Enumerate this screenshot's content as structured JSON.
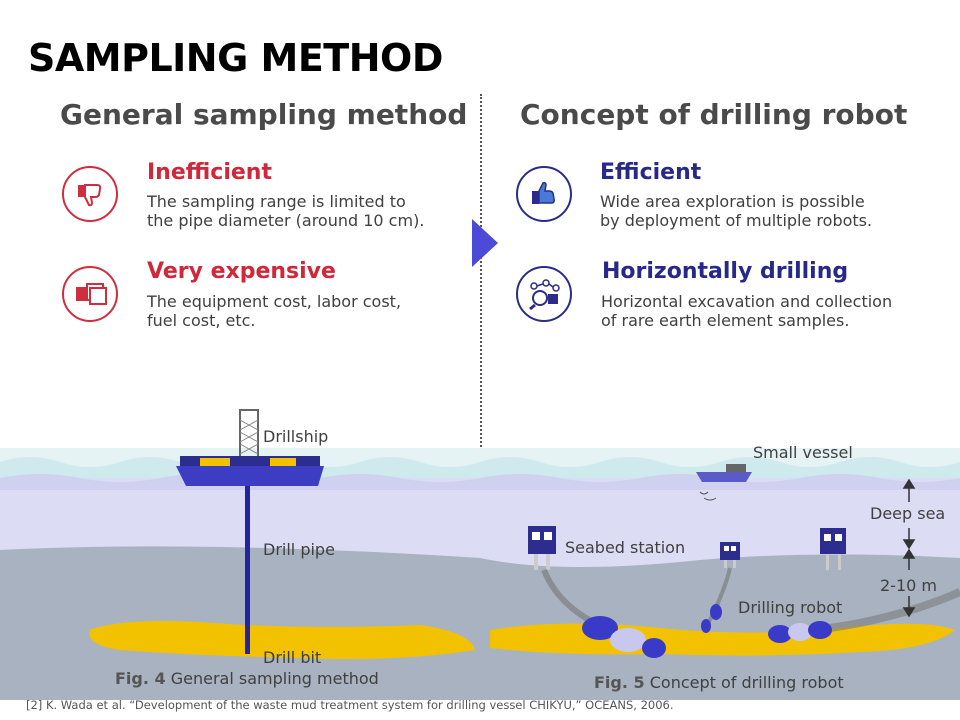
{
  "title": "SAMPLING METHOD",
  "left": {
    "title": "General sampling method",
    "items": [
      {
        "icon": "thumbs-down-icon",
        "heading": "Inefficient",
        "lines": [
          "The sampling  range is limited to",
          "the pipe diameter (around 10 cm)."
        ]
      },
      {
        "icon": "money-icon",
        "heading": "Very expensive",
        "lines": [
          "The equipment cost, labor cost,",
          "fuel cost, etc."
        ]
      }
    ],
    "figure": {
      "labels": {
        "drillship": "Drillship",
        "drill_pipe": "Drill pipe",
        "drill_bit": "Drill bit"
      },
      "caption_num": "Fig. 4",
      "caption_text": "General sampling method"
    }
  },
  "right": {
    "title": "Concept of drilling robot",
    "items": [
      {
        "icon": "thumbs-up-icon",
        "heading": "Efficient",
        "lines": [
          "Wide area exploration is possible",
          "by deployment of multiple robots."
        ]
      },
      {
        "icon": "search-network-icon",
        "heading": "Horizontally drilling",
        "lines": [
          "Horizontal excavation and collection",
          "of rare earth element samples."
        ]
      }
    ],
    "figure": {
      "labels": {
        "small_vessel": "Small vessel",
        "seabed_station": "Seabed station",
        "deep_sea": "Deep sea",
        "depth": "2-10 m",
        "drilling_robot": "Drilling robot"
      },
      "caption_num": "Fig. 5",
      "caption_text": "Concept of drilling robot"
    }
  },
  "reference": "[2] K. Wada et al. “Development  of the waste mud treatment  system for  drilling vessel CHIKYU,”  OCEANS, 2006.",
  "colors": {
    "red": "#d0273a",
    "blue": "#27288a",
    "arrow": "#4b4bd8",
    "sea": "#dcdcf4",
    "seabed": "#a8b2c0",
    "ore": "#f2c200"
  }
}
